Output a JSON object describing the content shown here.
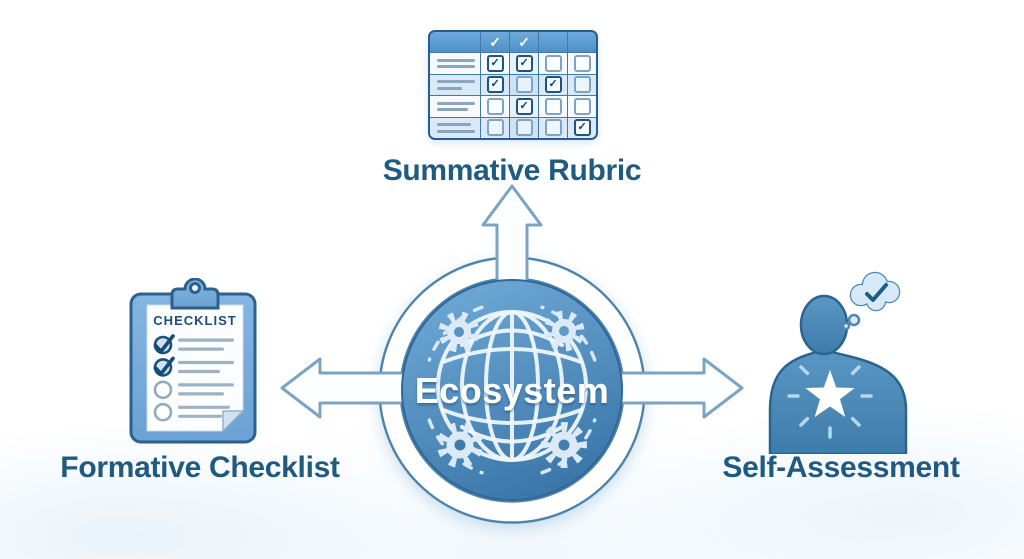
{
  "center": {
    "label": "Ecosystem"
  },
  "nodes": {
    "top": {
      "label": "Summative Rubric"
    },
    "left": {
      "label": "Formative Checklist"
    },
    "right": {
      "label": "Self-Assessment"
    }
  },
  "rubric": {
    "check_glyph": "✓",
    "header_checks": [
      true,
      true,
      false,
      false
    ],
    "rows": [
      {
        "line_widths": [
          38,
          38
        ],
        "checks": [
          true,
          true,
          false,
          false
        ]
      },
      {
        "line_widths": [
          38,
          25
        ],
        "checks": [
          true,
          false,
          true,
          false
        ]
      },
      {
        "line_widths": [
          38,
          31
        ],
        "checks": [
          false,
          true,
          false,
          false
        ]
      },
      {
        "line_widths": [
          34,
          38
        ],
        "checks": [
          false,
          false,
          false,
          true
        ]
      }
    ]
  },
  "checklist": {
    "title": "CHECKLIST",
    "check_glyph": "✓",
    "items": [
      {
        "checked": true,
        "line_widths": [
          56,
          46
        ]
      },
      {
        "checked": true,
        "line_widths": [
          56,
          42
        ]
      },
      {
        "checked": false,
        "line_widths": [
          56,
          46
        ]
      },
      {
        "checked": false,
        "line_widths": [
          52,
          44
        ]
      }
    ]
  },
  "palette": {
    "hub_blue_top": "#6fa9d6",
    "hub_blue_bottom": "#3a76a9",
    "ring_outline": "#4e82ab",
    "arrow_outline": "#7aa3c4",
    "label_text": "#1f5a80",
    "table_header_blue": "#5e9cd2",
    "table_row_alt": "#d9e9f6",
    "check_dark": "#12416f",
    "clipboard_fill": "#79aedd",
    "clipboard_border": "#2b608f",
    "person_fill": "#4c89b8",
    "person_border": "#2a648f",
    "thought_bubble_fill": "#d6e9f6"
  }
}
